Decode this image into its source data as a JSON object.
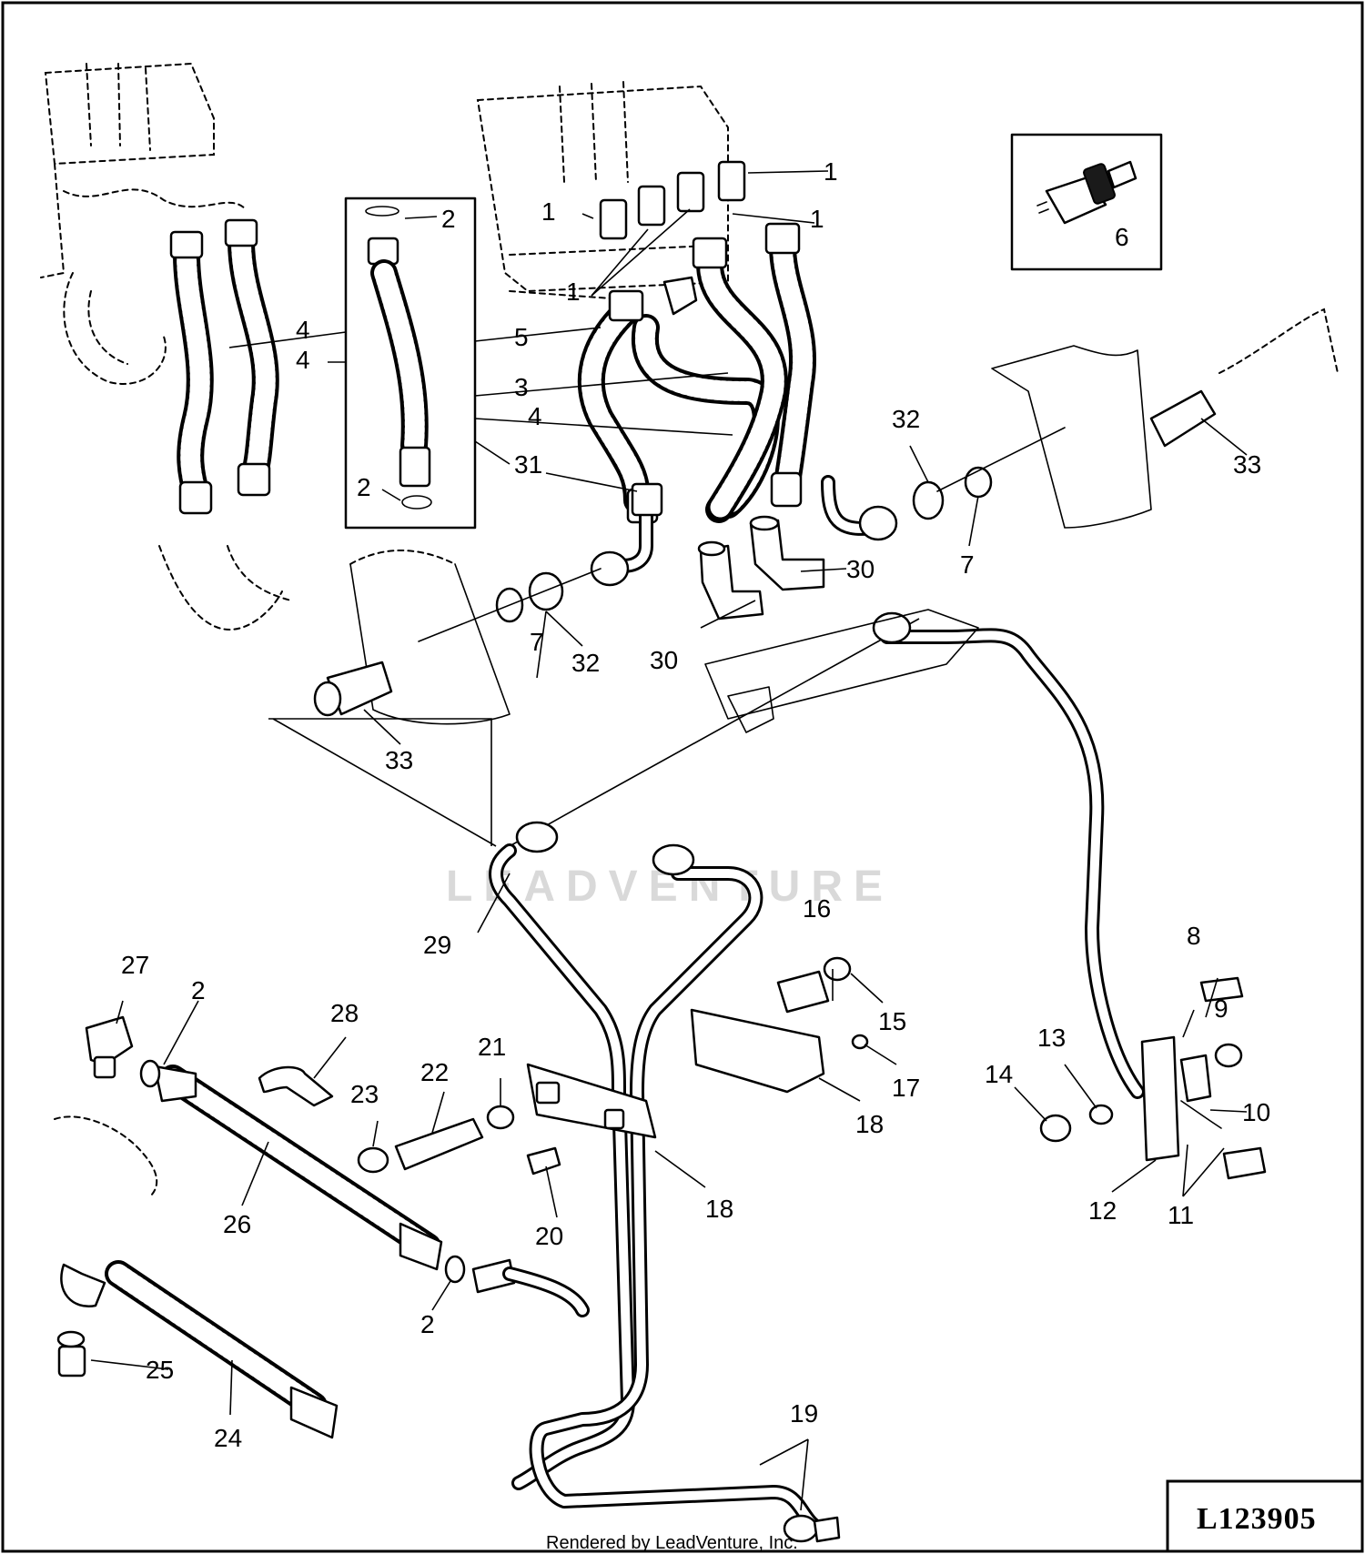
{
  "figure": {
    "id": "L123905",
    "credit": "Rendered by LeadVenture, Inc.",
    "watermark": "LEADVENTURE"
  },
  "callouts": {
    "c1a": "1",
    "c1b": "1",
    "c1c": "1",
    "c1d": "1",
    "c2a": "2",
    "c2b": "2",
    "c2c": "2",
    "c2d": "2",
    "c3": "3",
    "c4a": "4",
    "c4b": "4",
    "c4c": "4",
    "c5": "5",
    "c6": "6",
    "c7a": "7",
    "c7b": "7",
    "c8": "8",
    "c9": "9",
    "c10": "10",
    "c11": "11",
    "c12": "12",
    "c13": "13",
    "c14": "14",
    "c15": "15",
    "c16": "16",
    "c17": "17",
    "c18a": "18",
    "c18b": "18",
    "c19": "19",
    "c20": "20",
    "c21": "21",
    "c22": "22",
    "c23": "23",
    "c24": "24",
    "c25": "25",
    "c26": "26",
    "c27": "27",
    "c28": "28",
    "c29": "29",
    "c30a": "30",
    "c30b": "30",
    "c31": "31",
    "c32a": "32",
    "c32b": "32",
    "c33a": "33",
    "c33b": "33"
  }
}
